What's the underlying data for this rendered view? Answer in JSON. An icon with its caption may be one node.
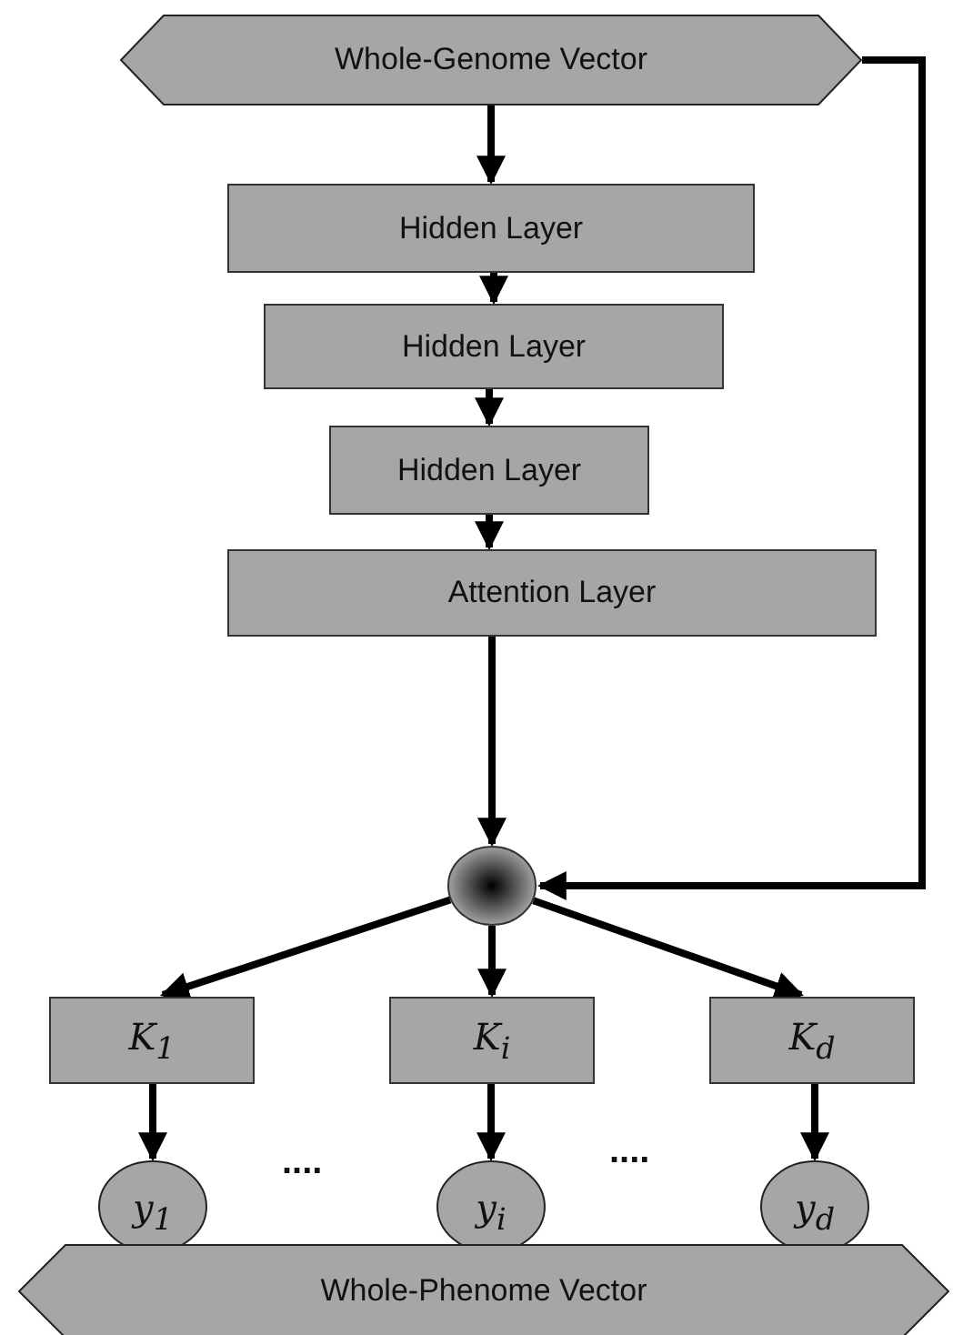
{
  "diagram": {
    "nodes": [
      {
        "text": [
          "Whole-Genome Vector"
        ]
      },
      {
        "text": [
          "Hidden Layer"
        ]
      },
      {
        "text": [
          "Hidden Layer"
        ]
      },
      {
        "text": [
          "Hidden Layer"
        ]
      },
      {
        "text": [
          "Attention Layer"
        ]
      },
      {
        "text": [],
        "shape": "circle"
      },
      {
        "text": [
          "K$_{1}$"
        ]
      },
      {
        "text": [
          "K$_{i}$"
        ]
      },
      {
        "text": [
          "K$_{d}$"
        ]
      },
      {
        "text": [
          "y$_{1}$"
        ]
      },
      {
        "text": [
          "y$_{i}$"
        ]
      },
      {
        "text": [
          "y$_{d}$"
        ]
      },
      {
        "text": [
          "Whole-Phenome Vector"
        ]
      }
    ],
    "edges": [
      {
        "from": 0,
        "to": 1,
        "arrow": "to"
      },
      {
        "from": 1,
        "to": 2,
        "arrow": "to"
      },
      {
        "from": 2,
        "to": 3,
        "arrow": "to"
      },
      {
        "from": 3,
        "to": 4,
        "arrow": "to"
      },
      {
        "from": 4,
        "to": 5,
        "arrow": "to"
      },
      {
        "from": 0,
        "to": 5,
        "arrow": "to"
      },
      {
        "from": 5,
        "to": 6,
        "arrow": "to"
      },
      {
        "from": 5,
        "to": 7,
        "arrow": "to"
      },
      {
        "from": 5,
        "to": 8,
        "arrow": "to"
      },
      {
        "from": 6,
        "to": 9,
        "arrow": "to"
      },
      {
        "from": 7,
        "to": 10,
        "arrow": "to"
      },
      {
        "from": 8,
        "to": 11,
        "arrow": "to"
      }
    ],
    "labels": [
      "....",
      "...."
    ]
  }
}
